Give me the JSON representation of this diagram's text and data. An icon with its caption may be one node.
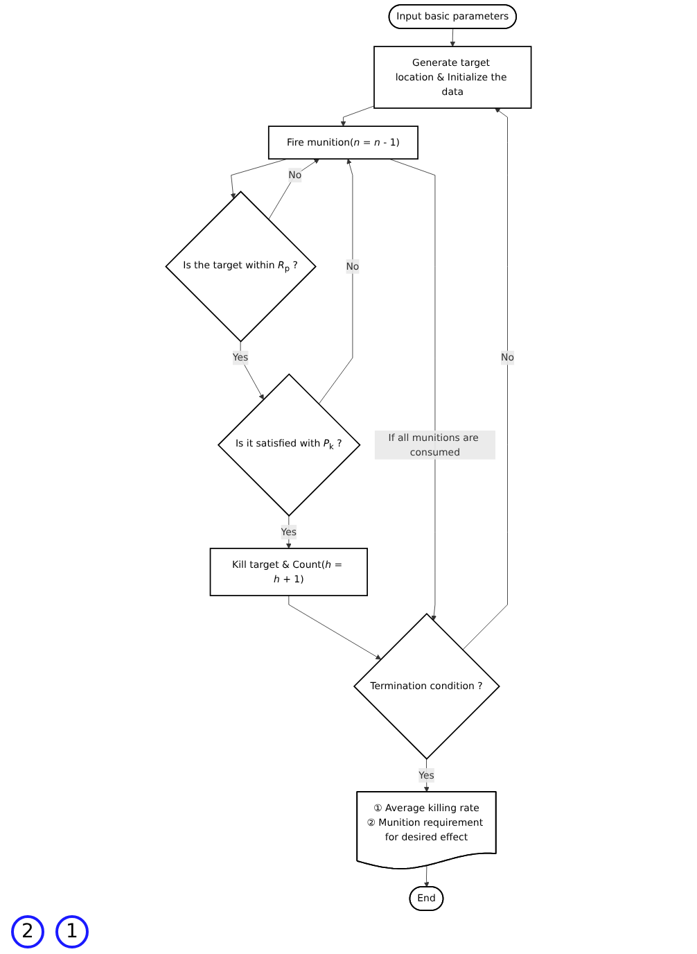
{
  "diagram": {
    "nodes": [
      {
        "text": [
          "Input basic parameters"
        ]
      },
      {
        "text": [
          "Generate target location & Initialize the data"
        ]
      },
      {
        "text": [
          "Fire munition(*n* = *n* - 1)"
        ]
      },
      {
        "text": [
          "Is the target within *R*$_{p}$ ?"
        ]
      },
      {
        "text": [
          "Is it satisfied with *P*$_{k}$ ?"
        ]
      },
      {
        "text": [
          "Kill target & Count(*h* = *h* + 1)"
        ]
      },
      {
        "text": [
          "Termination condition ?"
        ]
      },
      {
        "text": [
          "① Average killing rate",
          "② Munition requirement for desired effect"
        ]
      },
      {
        "text": [
          "End"
        ]
      }
    ],
    "edges": [
      {
        "from": 0,
        "to": 1,
        "arrow": "to"
      },
      {
        "from": 1,
        "to": 2,
        "arrow": "to"
      },
      {
        "from": 2,
        "to": 3,
        "arrow": "to"
      },
      {
        "from": 3,
        "to": 2,
        "arrow": "to",
        "label": "No"
      },
      {
        "from": 3,
        "to": 4,
        "arrow": "to",
        "label": "Yes"
      },
      {
        "from": 4,
        "to": 2,
        "arrow": "to",
        "label": "No"
      },
      {
        "from": 4,
        "to": 5,
        "arrow": "to",
        "label": "Yes"
      },
      {
        "from": 5,
        "to": 6,
        "arrow": "to"
      },
      {
        "from": 2,
        "to": 6,
        "arrow": "to",
        "label": "If all munitions are consumed"
      },
      {
        "from": 6,
        "to": 1,
        "arrow": "to",
        "label": "No"
      },
      {
        "from": 6,
        "to": 7,
        "arrow": "to",
        "label": "Yes"
      },
      {
        "from": 7,
        "to": 8,
        "arrow": "to"
      }
    ],
    "labels": [
      "2",
      "1"
    ]
  }
}
